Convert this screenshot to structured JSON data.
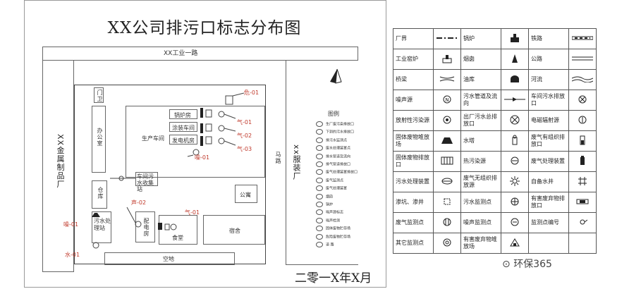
{
  "plan": {
    "title": "XX公司排污口标志分布图",
    "date": "二零一X年X月",
    "road_top": "XX工业一路",
    "road_right": "马路",
    "left_neighbor": "XX金属制品厂",
    "right_neighbor": "xx服装厂",
    "rooms": {
      "gate": "门卫",
      "office": "办公室",
      "production": "生产车间",
      "boiler": "锅炉房",
      "painting": "涂装车间",
      "generator": "发电机房",
      "wastewater_collect": "车间污水收集站",
      "warehouse": "仓库",
      "sewage_plant": "污水处理站",
      "power_room": "配电房",
      "canteen": "食堂",
      "dorm": "宿舍",
      "apartment": "公寓",
      "open_space": "空地"
    },
    "markers": {
      "danger": "危-01",
      "gas1": "气-01",
      "gas2": "气-02",
      "gas3": "气-03",
      "gas4": "气-01",
      "noise1": "噪-01",
      "noise2": "声-02",
      "waste1": "噪-01",
      "water": "水-01"
    },
    "mini_legend_title": "图例",
    "mini_legend": [
      "生厂废污染排放口",
      "下到的污水排放口",
      "排污水监测点",
      "废水处理装置点",
      "排水管道及流向",
      "排气管道排放口",
      "废气处理装置排放口",
      "废气监测点",
      "废气处理装置",
      "烟囱",
      "锅炉",
      "噪声源标志",
      "噪声检测",
      "固体废物贮存场",
      "危险废物贮存场",
      "道  路"
    ]
  },
  "legend": {
    "rows": [
      [
        {
          "label": "厂界",
          "icon": "dashdot-line"
        },
        {
          "label": "锅炉",
          "icon": "boiler-icon"
        },
        {
          "label": "铁路",
          "icon": "rail-line"
        }
      ],
      [
        {
          "label": "工业窑炉",
          "icon": "kiln-icon"
        },
        {
          "label": "烟囱",
          "icon": "chimney-icon"
        },
        {
          "label": "公路",
          "icon": "double-line"
        }
      ],
      [
        {
          "label": "桥梁",
          "icon": "bridge-icon"
        },
        {
          "label": "油库",
          "icon": "oil-tank-icon"
        },
        {
          "label": "河流",
          "icon": "river-icon"
        }
      ],
      [
        {
          "label": "噪声源",
          "icon": "noise-icon"
        },
        {
          "label": "污水管道及流向",
          "icon": "pipe-flow-icon"
        },
        {
          "label": "车间污水排放口",
          "icon": "outlet-x-icon"
        }
      ],
      [
        {
          "label": "放射性污染源",
          "icon": "radiation-icon"
        },
        {
          "label": "出厂污水总排放口",
          "icon": "outlet-circle-icon"
        },
        {
          "label": "电磁辐射源",
          "icon": "em-icon"
        }
      ],
      [
        {
          "label": "固体废物堆放场",
          "icon": "trapezoid-icon"
        },
        {
          "label": "水塔",
          "icon": "tower-icon"
        },
        {
          "label": "废气有组织排放口",
          "icon": "stack-icon"
        }
      ],
      [
        {
          "label": "固体废物排放口",
          "icon": "grid-icon"
        },
        {
          "label": "热污染源",
          "icon": "heat-icon"
        },
        {
          "label": "废气处理装置",
          "icon": "gas-device-icon"
        }
      ],
      [
        {
          "label": "污水处理装置",
          "icon": "treat-icon"
        },
        {
          "label": "废气无组织排放源",
          "icon": "sun-icon"
        },
        {
          "label": "自备水井",
          "icon": "well-icon"
        }
      ],
      [
        {
          "label": "渗坑、渗井",
          "icon": "pit-icon"
        },
        {
          "label": "污水监测点",
          "icon": "water-monitor-icon"
        },
        {
          "label": "有害废弃物排放口",
          "icon": "hazard-outlet-icon"
        }
      ],
      [
        {
          "label": "废气监测点",
          "icon": "gas-monitor-icon"
        },
        {
          "label": "噪声监测点",
          "icon": "noise-monitor-icon"
        },
        {
          "label": "监测点编号",
          "icon": "number-icon"
        }
      ],
      [
        {
          "label": "其它监测点",
          "icon": "other-monitor-icon"
        },
        {
          "label": "有害废弃物堆放场",
          "icon": "hazard-pile-icon"
        },
        {
          "label": "",
          "icon": "blank"
        }
      ]
    ]
  },
  "watermark": "环保365"
}
